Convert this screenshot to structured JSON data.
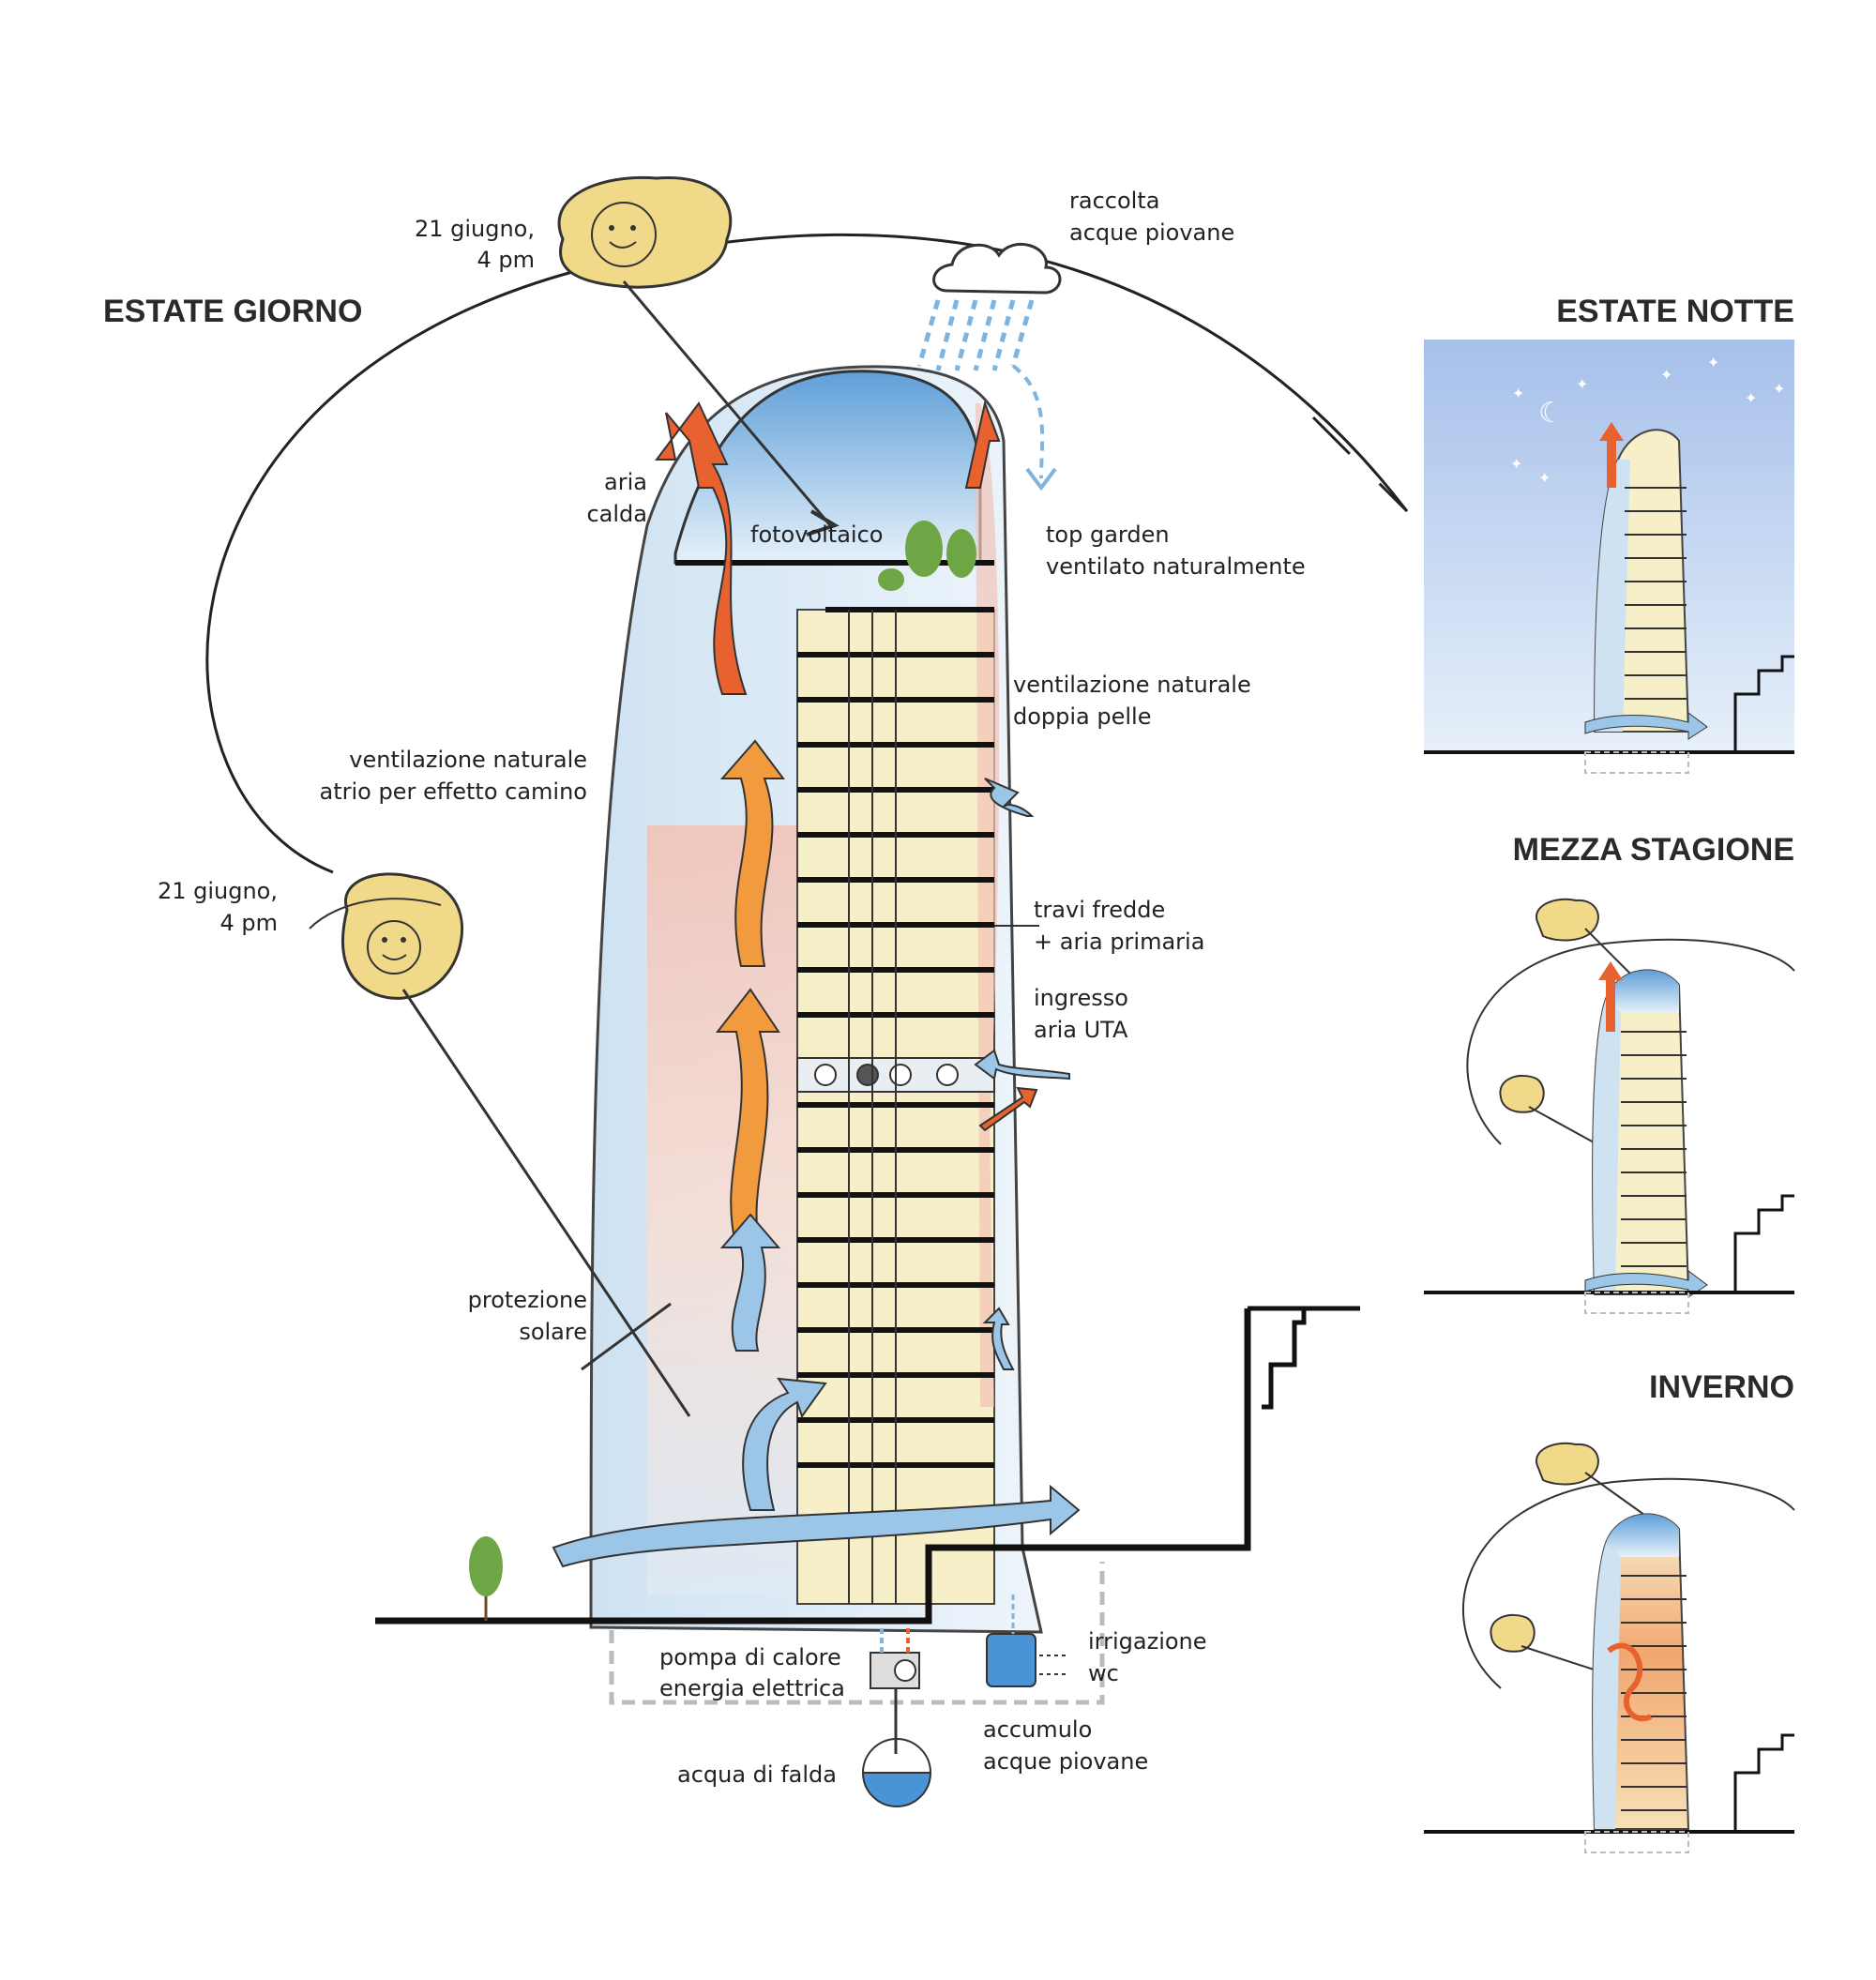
{
  "titles": {
    "main": "ESTATE GIORNO",
    "night": "ESTATE NOTTE",
    "mid": "MEZZA STAGIONE",
    "winter": "INVERNO"
  },
  "labels": {
    "sun_top_1": "21 giugno,",
    "sun_top_2": "4 pm",
    "sun_left_1": "21 giugno,",
    "sun_left_2": "4 pm",
    "rain_1": "raccolta",
    "rain_2": "acque piovane",
    "hot_air_1": "aria",
    "hot_air_2": "calda",
    "pv": "fotovoltaico",
    "top_garden_1": "top garden",
    "top_garden_2": "ventilato naturalmente",
    "double_skin_1": "ventilazione naturale",
    "double_skin_2": "doppia pelle",
    "atrium_1": "ventilazione naturale",
    "atrium_2": "atrio per effetto camino",
    "beams_1": "travi fredde",
    "beams_2": "+ aria primaria",
    "uta_1": "ingresso",
    "uta_2": "aria UTA",
    "solar_1": "protezione",
    "solar_2": "solare",
    "heatpump_1": "pompa di calore",
    "heatpump_2": "energia elettrica",
    "irrig_1": "irrigazione",
    "irrig_2": "wc",
    "storage_1": "accumulo",
    "storage_2": "acque piovane",
    "groundwater": "acqua di falda"
  },
  "colors": {
    "sun": "#f1d98a",
    "hot_air": "#e8622f",
    "warm_air": "#f29b3e",
    "cold_air": "#7fb4de",
    "sky_night": "#aac6ea",
    "glass": "#b9d8f0",
    "floor_yellow": "#f7efc7",
    "atrium_pink": "#f1c9bd"
  }
}
